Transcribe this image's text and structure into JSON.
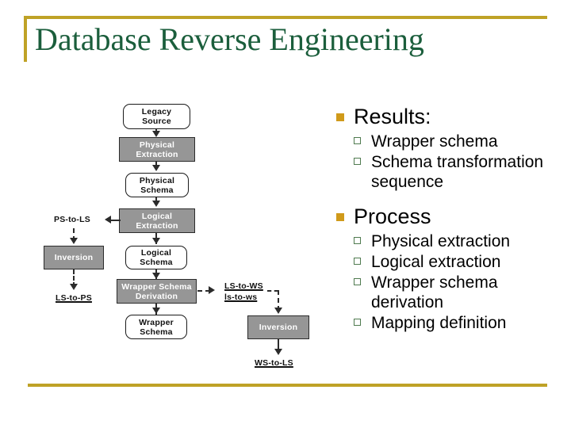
{
  "slide": {
    "title": "Database Reverse Engineering",
    "accent_color": "#bfa226",
    "title_color": "#1b5e3c",
    "bullet_lvl1_color": "#d09a1a",
    "bullet_lvl2_color": "#4f7a4f",
    "process_fill": "#969696"
  },
  "outline": [
    {
      "label": "Results:",
      "children": [
        "Wrapper schema",
        "Schema transformation sequence"
      ]
    },
    {
      "label": "Process",
      "children": [
        "Physical extraction",
        "Logical extraction",
        "Wrapper schema derivation",
        "Mapping definition"
      ]
    }
  ],
  "diagram": {
    "nodes": [
      {
        "id": "legacy-source",
        "kind": "schema",
        "line1": "Legacy",
        "line2": "Source"
      },
      {
        "id": "physical-extraction",
        "kind": "process",
        "line1": "Physical",
        "line2": "Extraction"
      },
      {
        "id": "physical-schema",
        "kind": "schema",
        "line1": "Physical",
        "line2": "Schema"
      },
      {
        "id": "logical-extraction",
        "kind": "process",
        "line1": "Logical",
        "line2": "Extraction"
      },
      {
        "id": "logical-schema",
        "kind": "schema",
        "line1": "Logical",
        "line2": "Schema"
      },
      {
        "id": "wrapper-schema-derivation",
        "kind": "process",
        "line1": "Wrapper Schema",
        "line2": "Derivation"
      },
      {
        "id": "wrapper-schema",
        "kind": "schema",
        "line1": "Wrapper",
        "line2": "Schema"
      },
      {
        "id": "inversion-left",
        "kind": "process",
        "line1": "Inversion",
        "line2": ""
      },
      {
        "id": "inversion-right",
        "kind": "process",
        "line1": "Inversion",
        "line2": ""
      }
    ],
    "mapping_labels": [
      {
        "id": "ps-to-ls",
        "text": "PS-to-LS",
        "underlined": false
      },
      {
        "id": "ls-to-ps",
        "text": "LS-to-PS",
        "underlined": true
      },
      {
        "id": "ls-to-ws",
        "text": "LS-to-WS",
        "underlined": true
      },
      {
        "id": "ls-to-ws-alt",
        "text": "ls-to-ws",
        "underlined": true
      },
      {
        "id": "ws-to-ls",
        "text": "WS-to-LS",
        "underlined": true
      }
    ]
  }
}
